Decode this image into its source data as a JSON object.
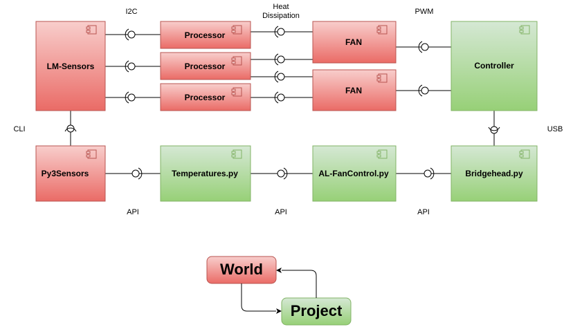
{
  "colors": {
    "red_top": "#f8cecc",
    "red_bottom": "#ea6b66",
    "red_stroke": "#b85450",
    "green_top": "#d5e8d4",
    "green_bottom": "#97d077",
    "green_stroke": "#82b366",
    "line": "#000000"
  },
  "components": {
    "lm_sensors": "LM-Sensors",
    "processor_1": "Processor",
    "processor_2": "Processor",
    "processor_3": "Processor",
    "fan_1": "FAN",
    "fan_2": "FAN",
    "controller": "Controller",
    "py3sensors": "Py3Sensors",
    "temperatures": "Temperatures.py",
    "al_fancontrol": "AL-FanControl.py",
    "bridgehead": "Bridgehead.py"
  },
  "interface_labels": {
    "i2c": "I2C",
    "heat_line1": "Heat",
    "heat_line2": "Dissipation",
    "pwm": "PWM",
    "cli": "CLI",
    "usb": "USB",
    "api_1": "API",
    "api_2": "API",
    "api_3": "API"
  },
  "legend": {
    "world": "World",
    "project": "Project"
  },
  "icons": {
    "component": "uml-component-icon",
    "interface": "required-interface-socket"
  }
}
